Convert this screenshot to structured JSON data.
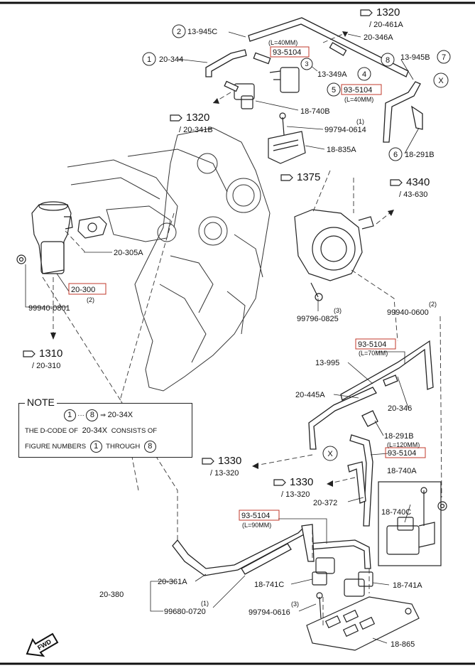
{
  "note": {
    "title": "NOTE",
    "line1": {
      "from": "1",
      "dots": "···",
      "to": "8",
      "arrow": "⇒",
      "code": "20-34X"
    },
    "line2": {
      "prefix": "THE D-CODE OF",
      "code": "20-34X",
      "suffix": "CONSISTS OF"
    },
    "line3": {
      "prefix": "FIGURE NUMBERS",
      "from": "1",
      "middle": "THROUGH",
      "to": "8"
    }
  },
  "fwd_label": "FWD",
  "circled_numbers": [
    "1",
    "2",
    "3",
    "4",
    "5",
    "6",
    "7",
    "8"
  ],
  "x_markers": [
    "X",
    "X"
  ],
  "refs": {
    "r1320a": {
      "num": "1320",
      "sub": "/ 20-461A"
    },
    "r1320b": {
      "num": "1320",
      "sub": "/ 20-341B"
    },
    "r1375": {
      "num": "1375"
    },
    "r4340": {
      "num": "4340",
      "sub": "/ 43-630"
    },
    "r1310": {
      "num": "1310",
      "sub": "/ 20-310"
    },
    "r1330a": {
      "num": "1330",
      "sub": "/ 13-320"
    },
    "r1330b": {
      "num": "1330",
      "sub": "/ 13-320"
    }
  },
  "labels": {
    "p13_945C": "13-945C",
    "p20_344": "20-344",
    "p93_5104_top": "93-5104",
    "p93_5104_top_len": "(L=40MM)",
    "p20_346A": "20-346A",
    "p13_945B": "13-945B",
    "p13_349A": "13-349A",
    "p93_5104_r": "93-5104",
    "p93_5104_r_len": "(L=40MM)",
    "p18_740B": "18-740B",
    "p99794_0614": "99794-0614",
    "p99794_0614_qty": "(1)",
    "p18_835A": "18-835A",
    "p18_291B_top": "18-291B",
    "p20_305A": "20-305A",
    "p20_300": "20-300",
    "p20_300_qty": "(2)",
    "p99940_0801": "99940-0801",
    "p99796_0825": "99796-0825",
    "p99796_0825_qty": "(3)",
    "p99940_0600": "99940-0600",
    "p99940_0600_qty": "(2)",
    "p93_5104_m": "93-5104",
    "p93_5104_m_len": "(L=70MM)",
    "p13_995": "13-995",
    "p20_445A": "20-445A",
    "p20_346": "20-346",
    "p18_291B_mid": "18-291B",
    "p18_291B_mid_len": "(L=120MM)",
    "p93_5104_mr": "93-5104",
    "p18_740A": "18-740A",
    "p18_740C": "18-740C",
    "p20_372": "20-372",
    "p93_5104_b": "93-5104",
    "p93_5104_b_len": "(L=90MM)",
    "p20_361A": "20-361A",
    "p20_380": "20-380",
    "p99680_0720": "99680-0720",
    "p99680_0720_qty": "(1)",
    "p18_741C": "18-741C",
    "p18_741A": "18-741A",
    "p99794_0616": "99794-0616",
    "p99794_0616_qty": "(3)",
    "p18_865": "18-865"
  }
}
